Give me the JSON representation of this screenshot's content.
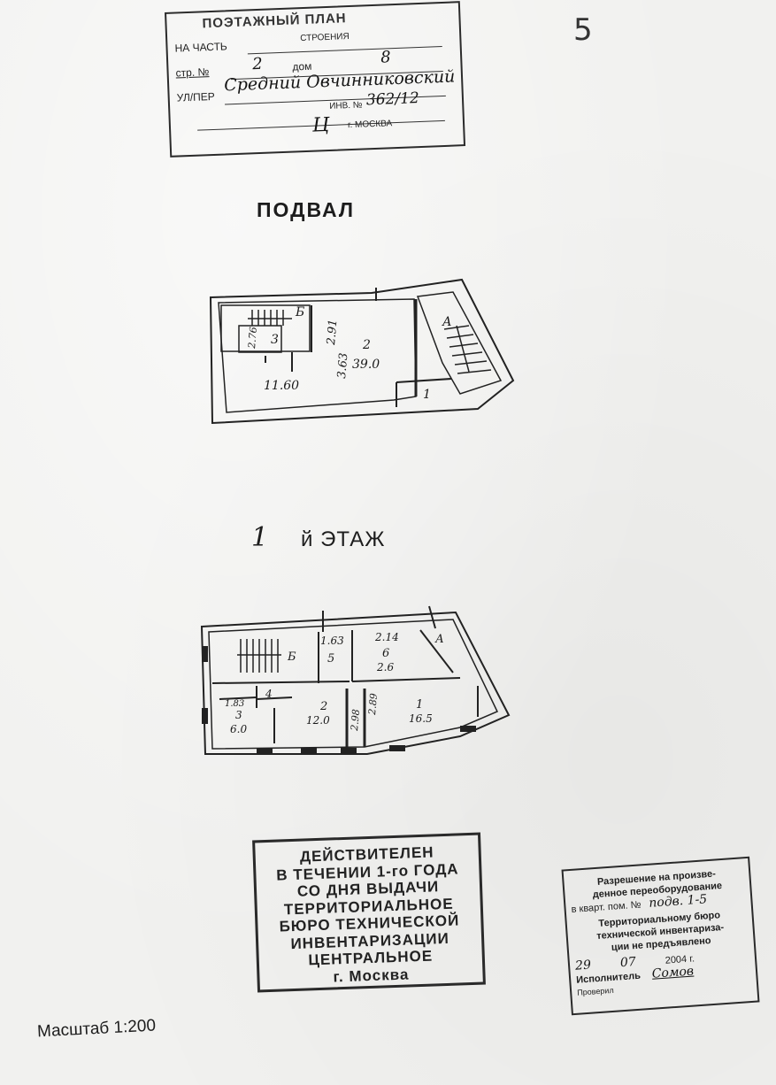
{
  "header_stamp": {
    "title": "ПОЭТАЖНЫЙ ПЛАН",
    "part_label": "НА ЧАСТЬ",
    "part_value": "СТРОЕНИЯ",
    "building_label": "стр. №",
    "building_value": "2",
    "house_label": "дом",
    "house_value": "8",
    "street_label": "УЛ/ПЕР",
    "street_value": "Средний Овчинниковский",
    "inv_label": "ИНВ. №",
    "inv_value": "362/12",
    "letter_value": "Ц",
    "city_value": "г. МОСКВА"
  },
  "sheet_number": "5",
  "basement": {
    "title": "ПОДВАЛ",
    "labels": [
      {
        "text": "Б",
        "name": "label-b"
      },
      {
        "text": "3",
        "name": "label-3"
      },
      {
        "text": "2.76",
        "name": "label-276"
      },
      {
        "text": "2.91",
        "name": "label-291"
      },
      {
        "text": "2",
        "name": "label-room-2"
      },
      {
        "text": "39.0",
        "name": "label-area-39"
      },
      {
        "text": "3.63",
        "name": "label-363"
      },
      {
        "text": "11.60",
        "name": "label-1160"
      },
      {
        "text": "А",
        "name": "label-a"
      },
      {
        "text": "1",
        "name": "label-room-1"
      }
    ]
  },
  "first_floor": {
    "title_number": "1",
    "title_suffix": "й ЭТАЖ",
    "labels": [
      {
        "text": "1.63",
        "name": "label-163"
      },
      {
        "text": "5",
        "name": "label-room-5"
      },
      {
        "text": "Б",
        "name": "label-b"
      },
      {
        "text": "2.14",
        "name": "label-214"
      },
      {
        "text": "6",
        "name": "label-room-6"
      },
      {
        "text": "2.6",
        "name": "label-area-26"
      },
      {
        "text": "А",
        "name": "label-a"
      },
      {
        "text": "4",
        "name": "label-room-4"
      },
      {
        "text": "1.83",
        "name": "label-183"
      },
      {
        "text": "3",
        "name": "label-room-3"
      },
      {
        "text": "6.0",
        "name": "label-area-60"
      },
      {
        "text": "2",
        "name": "label-room-2"
      },
      {
        "text": "12.0",
        "name": "label-area-120"
      },
      {
        "text": "2.98",
        "name": "label-298"
      },
      {
        "text": "2.89",
        "name": "label-289"
      },
      {
        "text": "1",
        "name": "label-room-1"
      },
      {
        "text": "16.5",
        "name": "label-area-165"
      }
    ]
  },
  "validity_stamp": {
    "lines": [
      "ДЕЙСТВИТЕЛЕН",
      "В ТЕЧЕНИИ 1-го ГОДА",
      "СО ДНЯ ВЫДАЧИ",
      "ТЕРРИТОРИАЛЬНОЕ",
      "БЮРО ТЕХНИЧЕСКОЙ",
      "ИНВЕНТАРИЗАЦИИ",
      "ЦЕНТРАЛЬНОЕ",
      "г. Москва"
    ]
  },
  "permission_stamp": {
    "line1": "Разрешение на произве-",
    "line2": "денное переоборудование",
    "line3_label": "в кварт. пом. №",
    "line3_value": "подв. 1-5",
    "line4": "Территориальному бюро",
    "line5": "технической инвентариза-",
    "line6": "ции не предъявлено",
    "date_day": "29",
    "date_month": "07",
    "date_year": "2004",
    "date_suffix": "г.",
    "executor_label": "Исполнитель",
    "checker_label": "Проверил",
    "signature": "Сомов"
  },
  "scale_text": "Масштаб 1:200"
}
